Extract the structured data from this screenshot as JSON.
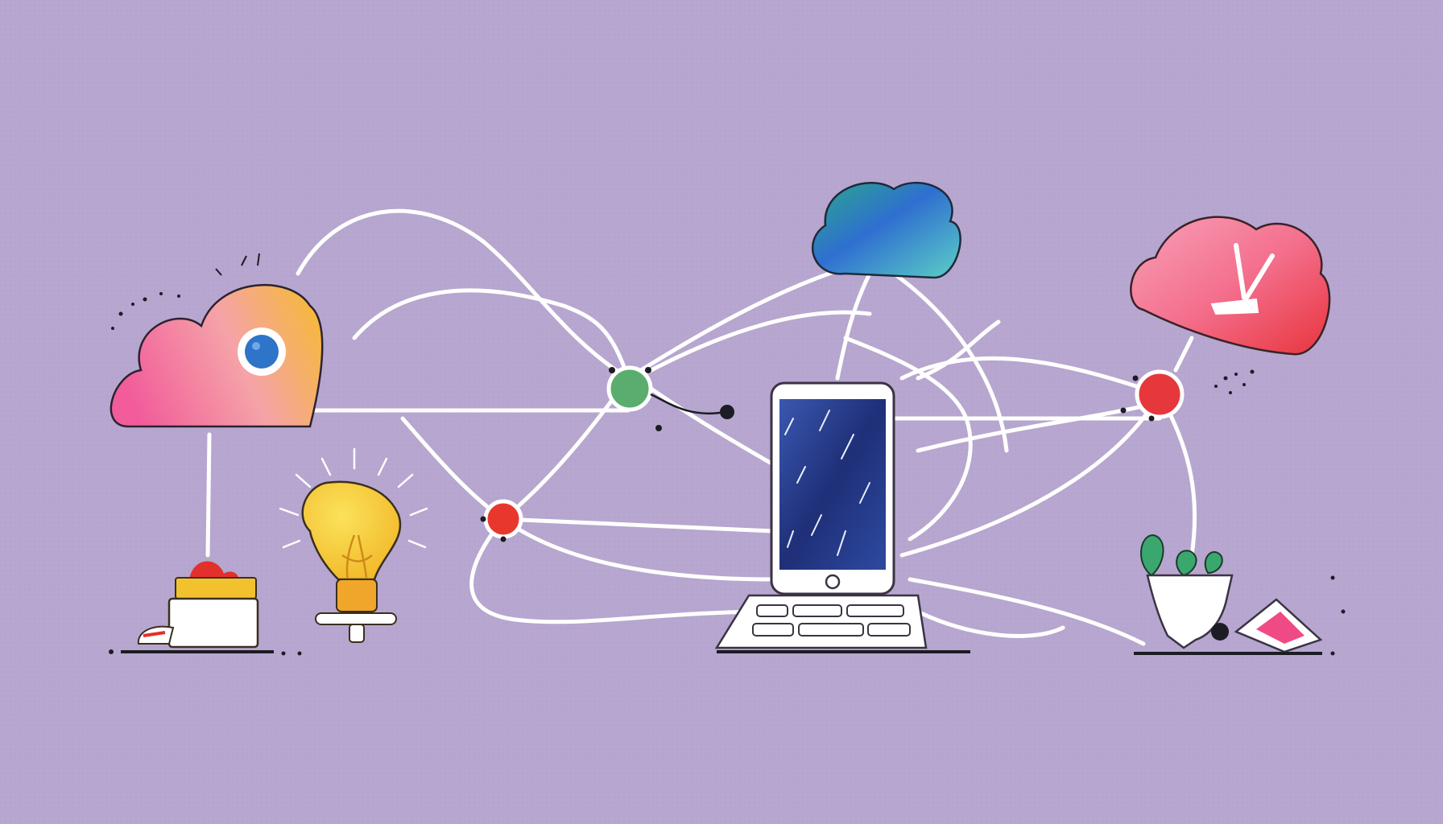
{
  "illustration": {
    "background_color": "#b7a6cf",
    "line_color": "#ffffff",
    "ink_color": "#1c1c24",
    "elements": [
      {
        "name": "cloud-left",
        "icon": "cloud-icon",
        "colors": [
          "#f25c9a",
          "#f6b938"
        ],
        "detail": "eye-icon"
      },
      {
        "name": "cloud-top",
        "icon": "cloud-icon",
        "colors": [
          "#2aa88a",
          "#2f6fd0",
          "#5cd0c6"
        ]
      },
      {
        "name": "cloud-right",
        "icon": "cloud-icon",
        "colors": [
          "#f4708e",
          "#e8343c"
        ],
        "detail": "antenna-icon"
      },
      {
        "name": "hub-green",
        "icon": "node-icon",
        "colors": [
          "#5aad6e"
        ]
      },
      {
        "name": "hub-red-left",
        "icon": "node-icon",
        "colors": [
          "#e8382e"
        ]
      },
      {
        "name": "hub-red-right",
        "icon": "node-icon",
        "colors": [
          "#e6383c"
        ]
      },
      {
        "name": "phone",
        "icon": "smartphone-icon",
        "colors": [
          "#1f2f78",
          "#2d4aa0"
        ]
      },
      {
        "name": "keyboard",
        "icon": "keyboard-icon"
      },
      {
        "name": "light-bulb",
        "icon": "lightbulb-icon",
        "colors": [
          "#f6cf2e",
          "#f0a62a"
        ]
      },
      {
        "name": "box-with-fruit",
        "icon": "box-icon",
        "colors": [
          "#f2c22e",
          "#e3302c"
        ]
      },
      {
        "name": "potted-plant",
        "icon": "plant-icon",
        "colors": [
          "#3aa86e"
        ]
      },
      {
        "name": "pink-card",
        "icon": "card-icon",
        "colors": [
          "#f04a86"
        ]
      }
    ]
  }
}
